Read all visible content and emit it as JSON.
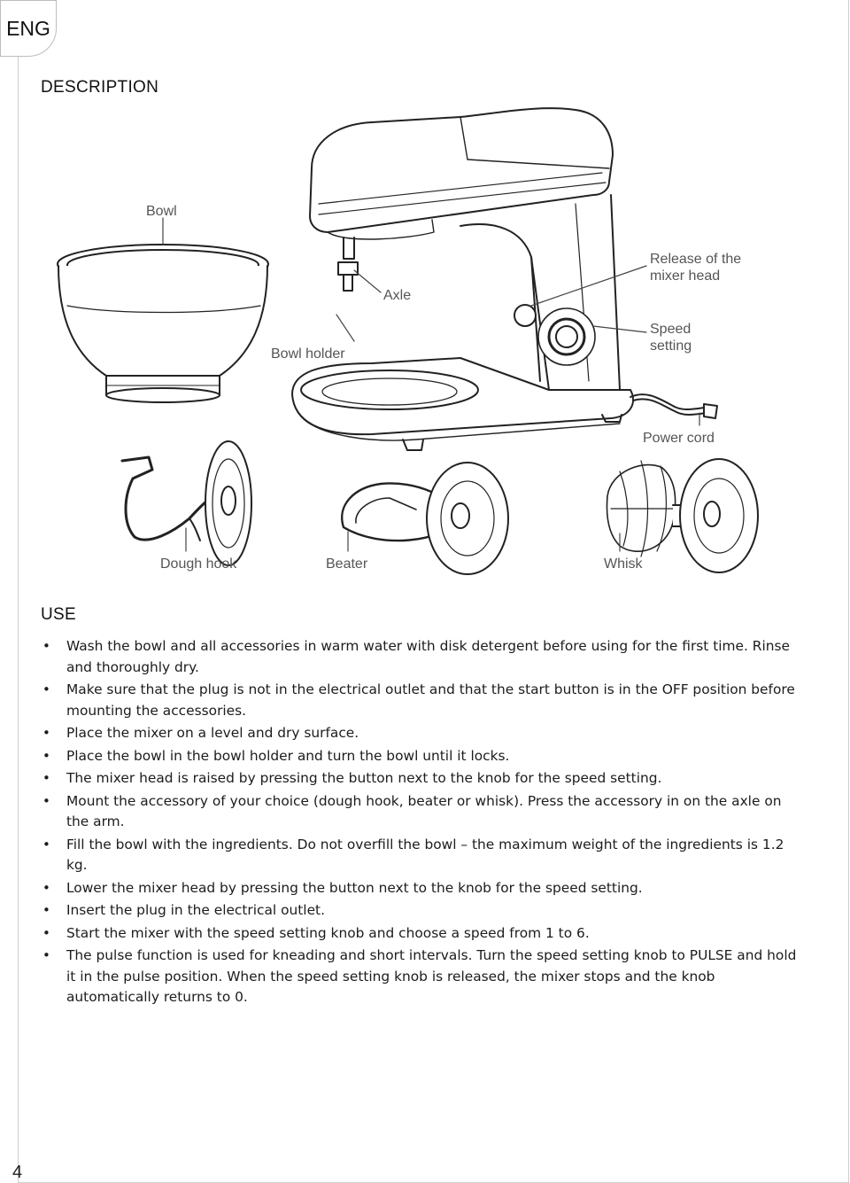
{
  "header": {
    "language": "ENG"
  },
  "description": {
    "title": "DESCRIPTION",
    "labels": {
      "bowl": "Bowl",
      "axle": "Axle",
      "bowl_holder": "Bowl holder",
      "release_line1": "Release of the",
      "release_line2": "mixer head",
      "speed_line1": "Speed",
      "speed_line2": "setting",
      "power_cord": "Power cord",
      "dough_hook": "Dough hook",
      "beater": "Beater",
      "whisk": "Whisk"
    }
  },
  "use": {
    "title": "USE",
    "items": [
      "Wash the bowl and all accessories in warm water with disk detergent before using for the first time. Rinse and thoroughly dry.",
      "Make sure that the plug is not in the electrical outlet and that the start button is in the OFF position before mounting the accessories.",
      "Place the mixer on a level and dry surface.",
      "Place the bowl in the bowl holder and turn the bowl until it locks.",
      "The mixer head is raised by pressing the button next to the knob for the speed setting.",
      "Mount the accessory of your choice (dough hook, beater or whisk). Press the accessory in on the axle on the arm.",
      "Fill the bowl with the ingredients. Do not overfill the bowl – the maximum weight of the ingredients is 1.2 kg.",
      "Lower the mixer head by pressing the button next to the knob for the speed setting.",
      "Insert the plug in the electrical outlet.",
      "Start the mixer with the speed setting knob and choose a speed from 1 to 6.",
      "The pulse function is used for kneading and short intervals. Turn the speed setting knob to PULSE and hold it in the pulse position. When the speed setting knob is released, the mixer stops and the knob automatically returns to 0."
    ]
  },
  "footer": {
    "page_number": "4"
  }
}
